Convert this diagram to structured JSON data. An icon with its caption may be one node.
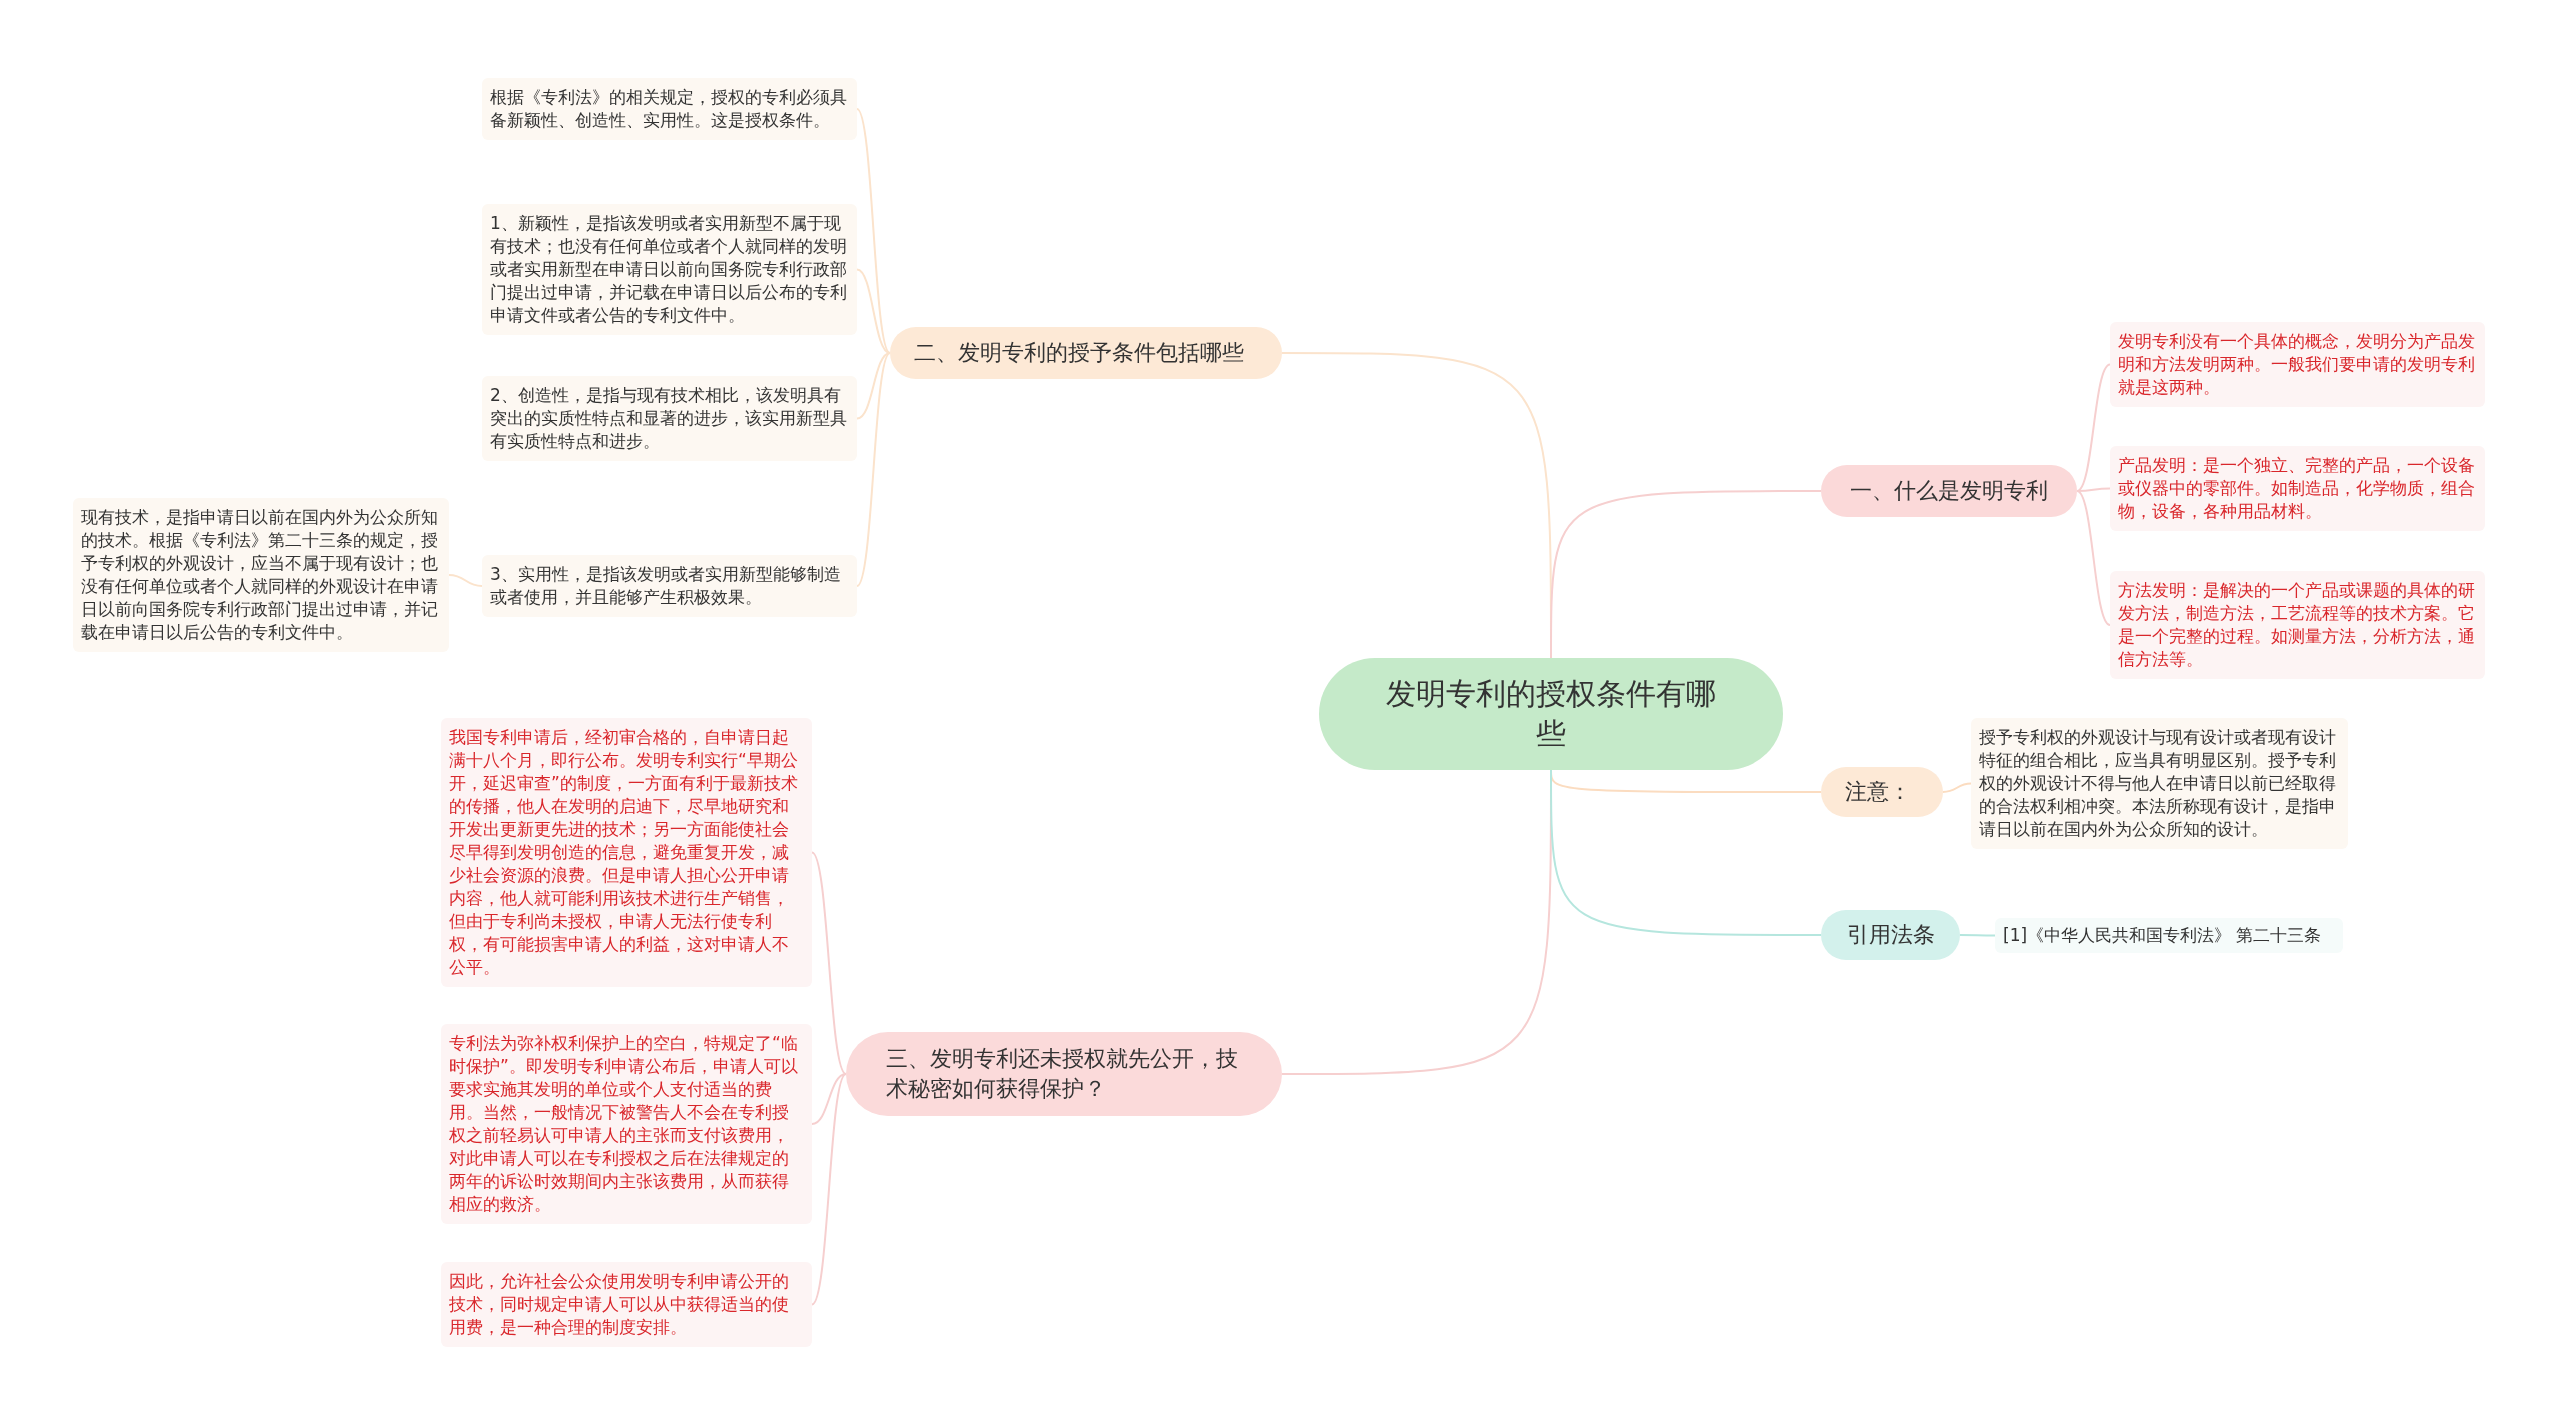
{
  "diagram": {
    "nodes": [
      {
        "text": [
          "发明专利的授权条件有哪些"
        ]
      },
      {
        "text": [
          "二、发明专利的授予条件包括哪些"
        ]
      },
      {
        "text": [
          "根据《专利法》的相关规定，授权的专利必须具备新颖性、创造性、实用性。这是授权条件。"
        ]
      },
      {
        "text": [
          "1、新颖性，是指该发明或者实用新型不属于现有技术；也没有任何单位或者个人就同样的发明或者实用新型在申请日以前向国务院专利行政部门提出过申请，并记载在申请日以后公布的专利申请文件或者公告的专利文件中。"
        ]
      },
      {
        "text": [
          "2、创造性，是指与现有技术相比，该发明具有突出的实质性特点和显著的进步，该实用新型具有实质性特点和进步。"
        ]
      },
      {
        "text": [
          "3、实用性，是指该发明或者实用新型能够制造或者使用，并且能够产生积极效果。"
        ]
      },
      {
        "text": [
          "现有技术，是指申请日以前在国内外为公众所知的技术。根据《专利法》第二十三条的规定，授予专利权的外观设计，应当不属于现有设计；也没有任何单位或者个人就同样的外观设计在申请日以前向国务院专利行政部门提出过申请，并记载在申请日以后公告的专利文件中。"
        ]
      },
      {
        "text": [
          "三、发明专利还未授权就先公开，技术秘密如何获得保护？"
        ]
      },
      {
        "text": [
          "我国专利申请后，经初审合格的，自申请日起满十八个月，即行公布。发明专利实行“早期公开，延迟审查”的制度，一方面有利于最新技术的传播，他人在发明的启迪下，尽早地研究和开发出更新更先进的技术；另一方面能使社会尽早得到发明创造的信息，避免重复开发，减少社会资源的浪费。但是申请人担心公开申请内容，他人就可能利用该技术进行生产销售，但由于专利尚未授权，申请人无法行使专利权，有可能损害申请人的利益，这对申请人不公平。"
        ]
      },
      {
        "text": [
          "专利法为弥补权利保护上的空白，特规定了“临时保护”。即发明专利申请公布后，申请人可以要求实施其发明的单位或个人支付适当的费用。当然，一般情况下被警告人不会在专利授权之前轻易认可申请人的主张而支付该费用，对此申请人可以在专利授权之后在法律规定的两年的诉讼时效期间内主张该费用，从而获得相应的救济。"
        ]
      },
      {
        "text": [
          "因此，允许社会公众使用发明专利申请公开的技术，同时规定申请人可以从中获得适当的使用费，是一种合理的制度安排。"
        ]
      },
      {
        "text": [
          "一、什么是发明专利"
        ]
      },
      {
        "text": [
          "发明专利没有一个具体的概念，发明分为产品发明和方法发明两种。一般我们要申请的发明专利就是这两种。"
        ]
      },
      {
        "text": [
          "产品发明：是一个独立、完整的产品，一个设备或仪器中的零部件。如制造品，化学物质，组合物，设备，各种用品材料。"
        ]
      },
      {
        "text": [
          "方法发明：是解决的一个产品或课题的具体的研发方法，制造方法，工艺流程等的技术方案。它是一个完整的过程。如测量方法，分析方法，通信方法等。"
        ]
      },
      {
        "text": [
          "注意："
        ]
      },
      {
        "text": [
          "授予专利权的外观设计与现有设计或者现有设计特征的组合相比，应当具有明显区别。授予专利权的外观设计不得与他人在申请日以前已经取得的合法权利相冲突。本法所称现有设计，是指申请日以前在国内外为公众所知的设计。"
        ]
      },
      {
        "text": [
          "引用法条"
        ]
      },
      {
        "text": [
          "[1]《中华人民共和国专利法》 第二十三条"
        ]
      }
    ],
    "edges": [
      {
        "from": 0,
        "to": 1,
        "arrow": "none",
        "color": "#fbe3cc"
      },
      {
        "from": 1,
        "to": 2,
        "arrow": "none",
        "color": "#fbe3cc"
      },
      {
        "from": 1,
        "to": 3,
        "arrow": "none",
        "color": "#fbe3cc"
      },
      {
        "from": 1,
        "to": 4,
        "arrow": "none",
        "color": "#fbe3cc"
      },
      {
        "from": 1,
        "to": 5,
        "arrow": "none",
        "color": "#fbe3cc"
      },
      {
        "from": 5,
        "to": 6,
        "arrow": "none",
        "color": "#fbe3cc"
      },
      {
        "from": 0,
        "to": 7,
        "arrow": "none",
        "color": "#f6cfcf"
      },
      {
        "from": 7,
        "to": 8,
        "arrow": "none",
        "color": "#f6cfcf"
      },
      {
        "from": 7,
        "to": 9,
        "arrow": "none",
        "color": "#f6cfcf"
      },
      {
        "from": 7,
        "to": 10,
        "arrow": "none",
        "color": "#f6cfcf"
      },
      {
        "from": 0,
        "to": 11,
        "arrow": "none",
        "color": "#f6cfcf"
      },
      {
        "from": 11,
        "to": 12,
        "arrow": "none",
        "color": "#f6cfcf"
      },
      {
        "from": 11,
        "to": 13,
        "arrow": "none",
        "color": "#f6cfcf"
      },
      {
        "from": 11,
        "to": 14,
        "arrow": "none",
        "color": "#f6cfcf"
      },
      {
        "from": 0,
        "to": 15,
        "arrow": "none",
        "color": "#fbdcc0"
      },
      {
        "from": 15,
        "to": 16,
        "arrow": "none",
        "color": "#fbdcc0"
      },
      {
        "from": 0,
        "to": 17,
        "arrow": "none",
        "color": "#b5e6de"
      },
      {
        "from": 17,
        "to": 18,
        "arrow": "none",
        "color": "#b5e6de"
      }
    ]
  }
}
